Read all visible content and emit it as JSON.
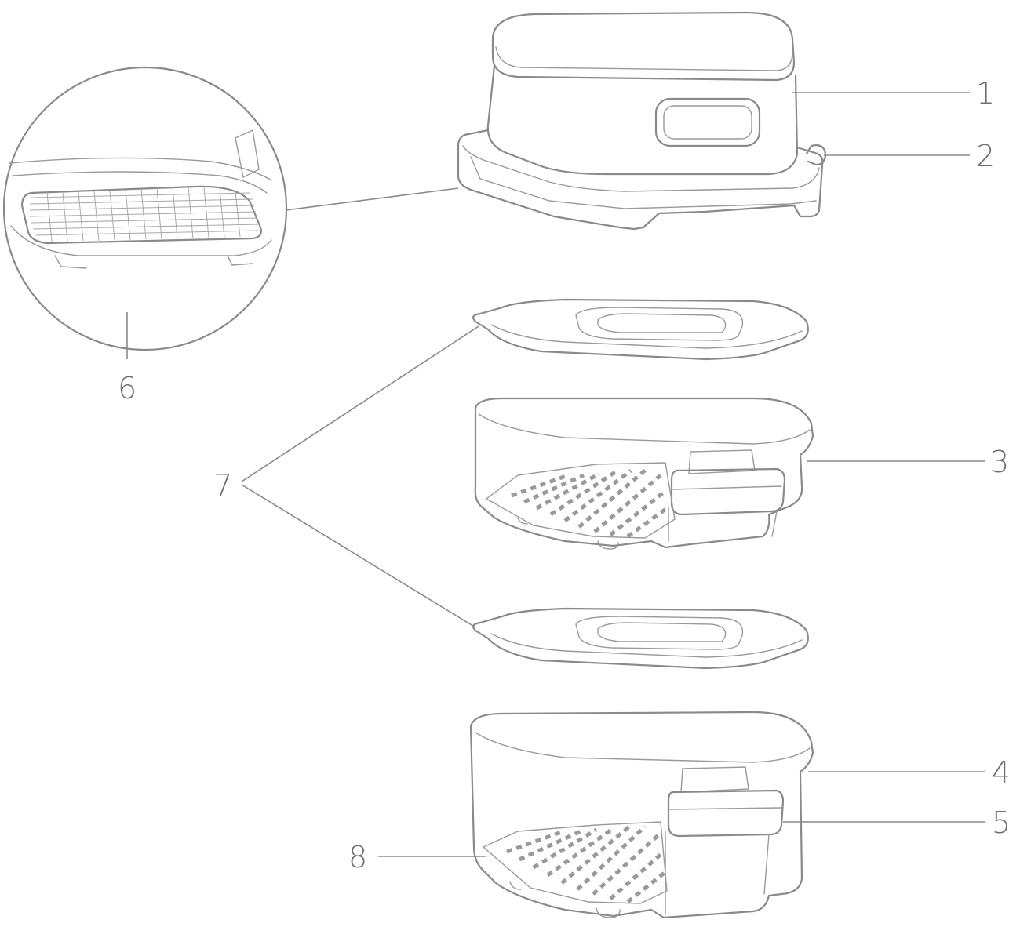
{
  "labels": {
    "l1": "1",
    "l2": "2",
    "l3": "3",
    "l4": "4",
    "l5": "5",
    "l6": "6",
    "l7": "7",
    "l8": "8"
  },
  "colors": {
    "line": "#8a8a8a",
    "label": "#6f6f6f",
    "background": "#ffffff"
  }
}
